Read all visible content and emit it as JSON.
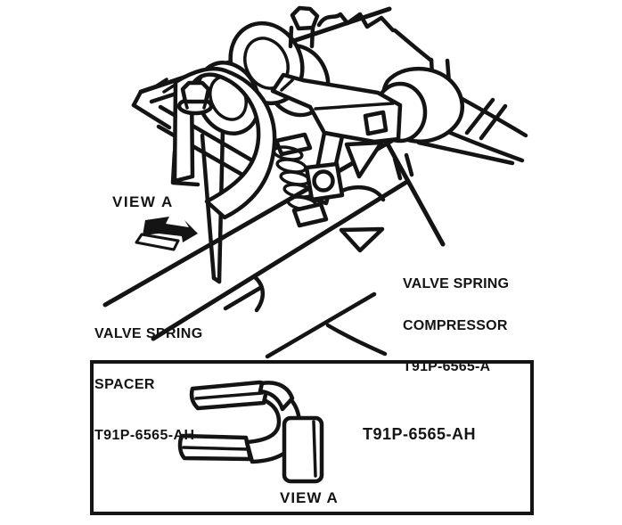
{
  "colors": {
    "ink": "#141414",
    "background": "#ffffff"
  },
  "main_view": {
    "view_label": "VIEW A",
    "spacer_label": {
      "line1": "VALVE SPRING",
      "line2": "SPACER",
      "line3": "T91P-6565-AH"
    },
    "compressor_label": {
      "line1": "VALVE SPRING",
      "line2": "COMPRESSOR",
      "line3": "T91P-6565-A"
    }
  },
  "inset": {
    "part_number": "T91P-6565-AH",
    "caption": "VIEW A"
  },
  "icons": {
    "view_a_arrow": "arrow-pointing-lower-right"
  }
}
